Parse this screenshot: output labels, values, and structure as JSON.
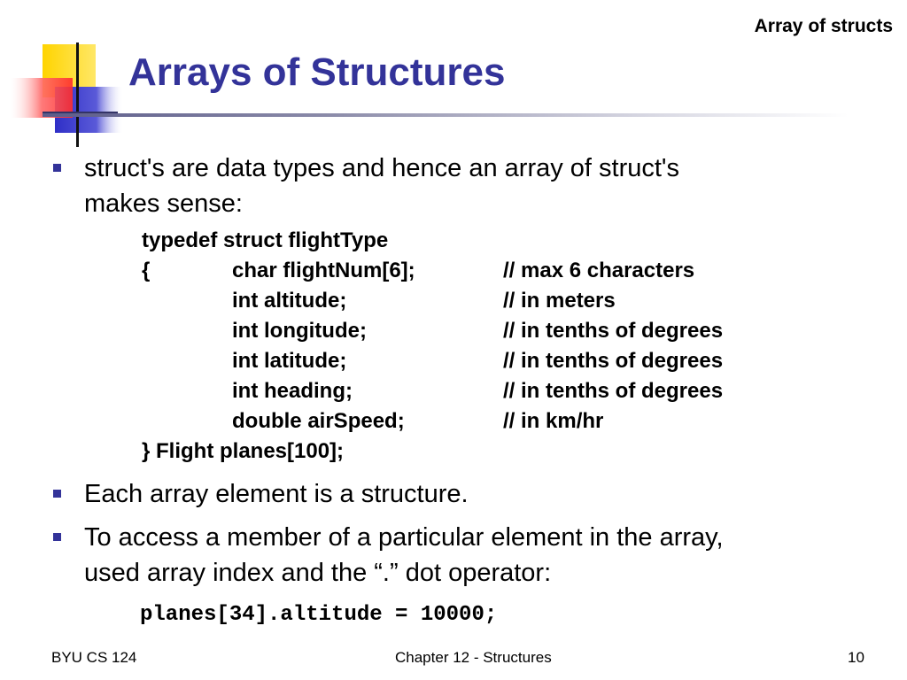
{
  "header": {
    "corner_label": "Array of structs"
  },
  "slide": {
    "title": "Arrays of Structures"
  },
  "bullets": [
    {
      "lines": [
        "struct's are data types and hence an array of struct's",
        "makes sense:"
      ]
    },
    {
      "lines": [
        "Each array element is a structure."
      ]
    },
    {
      "lines": [
        "To access a member of a particular element in the array,",
        "used array index and the “.” dot operator:"
      ]
    }
  ],
  "code_block": {
    "line1": "typedef struct flightType",
    "rows": [
      {
        "brace": "{",
        "decl": "char flightNum[6];",
        "comment": "// max 6 characters"
      },
      {
        "brace": "",
        "decl": "int altitude;",
        "comment": "// in meters"
      },
      {
        "brace": "",
        "decl": "int longitude;",
        "comment": "// in tenths of degrees"
      },
      {
        "brace": "",
        "decl": "int latitude;",
        "comment": "// in tenths of degrees"
      },
      {
        "brace": "",
        "decl": "int heading;",
        "comment": "// in tenths of degrees"
      },
      {
        "brace": "",
        "decl": "double airSpeed;",
        "comment": "// in km/hr"
      }
    ],
    "closing": "} Flight planes[100];"
  },
  "code_example": "planes[34].altitude = 10000;",
  "footer": {
    "left": "BYU CS 124",
    "center": "Chapter 12 - Structures",
    "page_number": "10"
  },
  "colors": {
    "title": "#333399",
    "bullet": "#333399",
    "deco_yellow": "#ffd400",
    "deco_blue": "#3a3acc",
    "deco_red": "#ff3b3b"
  }
}
